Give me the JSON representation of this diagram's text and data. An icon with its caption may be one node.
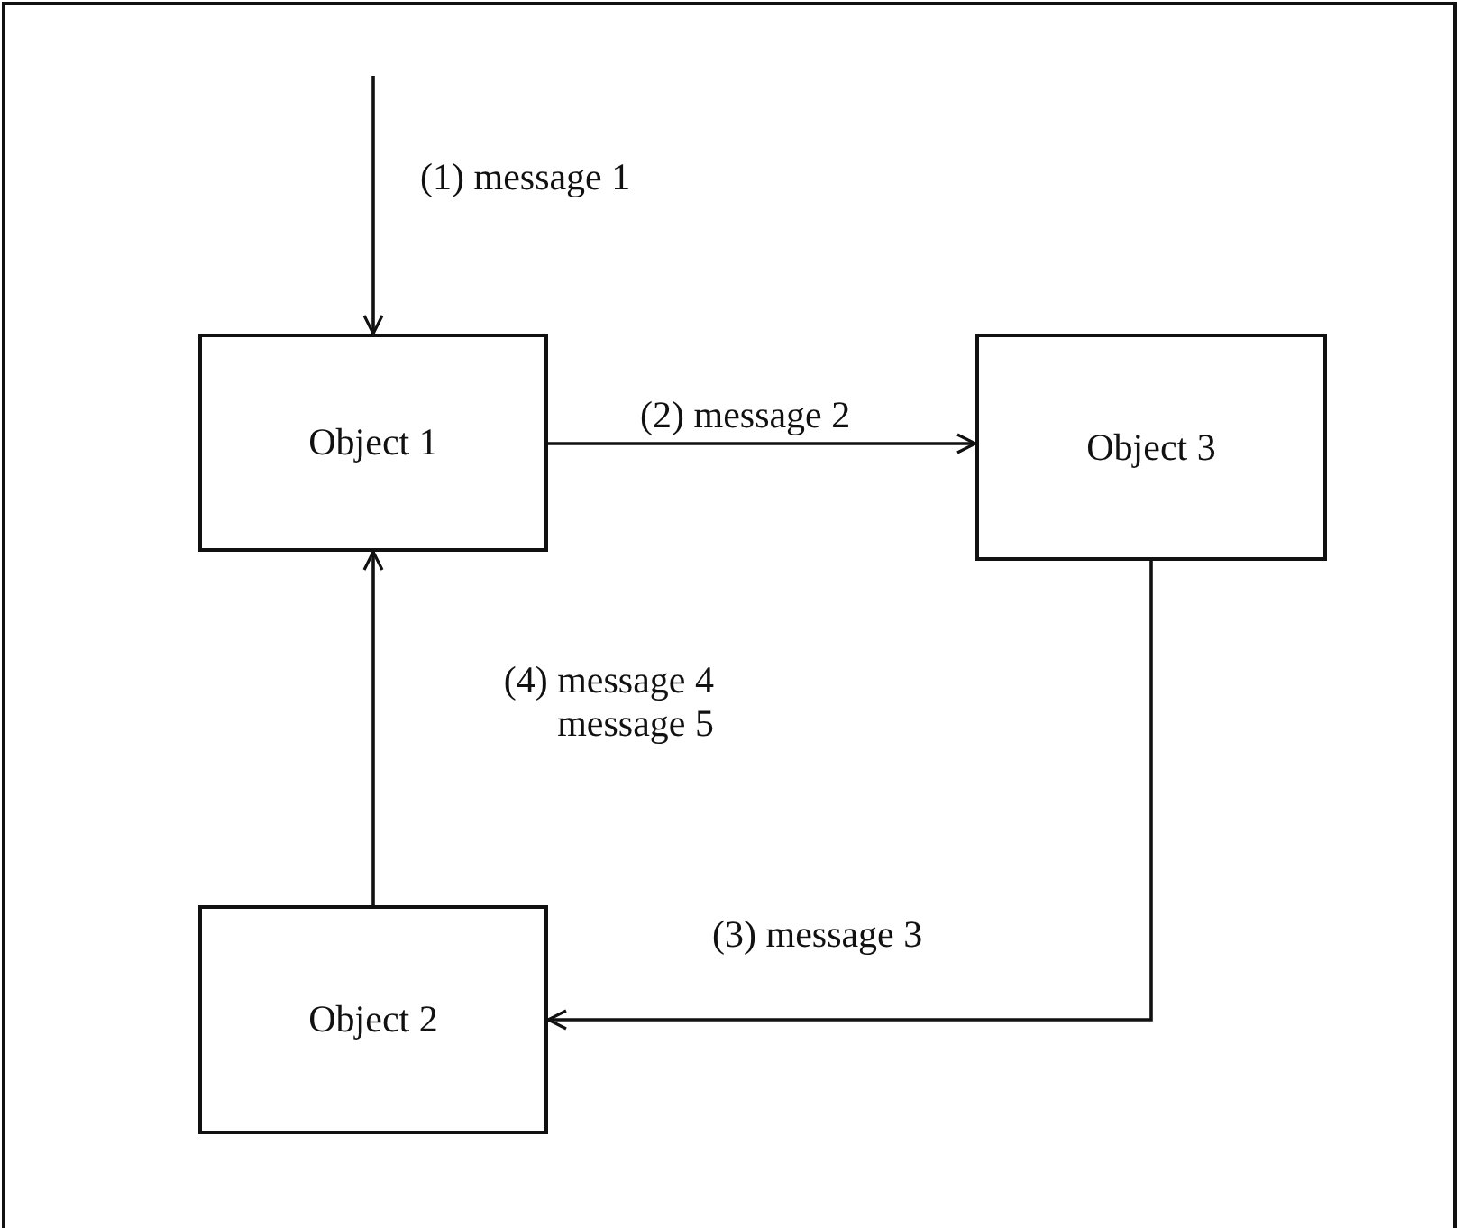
{
  "diagram": {
    "nodes": [
      {
        "text": [
          "Object 1"
        ]
      },
      {
        "text": [
          "Object 3"
        ]
      },
      {
        "text": [
          "Object 2"
        ]
      }
    ],
    "edges": [
      {
        "from": null,
        "to": 0,
        "arrow": "to",
        "label": "(1) message 1"
      },
      {
        "from": 0,
        "to": 1,
        "arrow": "to",
        "label": "(2) message 2"
      },
      {
        "from": 1,
        "to": 2,
        "arrow": "to",
        "label": "(3) message 3"
      },
      {
        "from": 2,
        "to": 0,
        "arrow": "to",
        "label": "(4) message 4 message 5"
      }
    ]
  }
}
